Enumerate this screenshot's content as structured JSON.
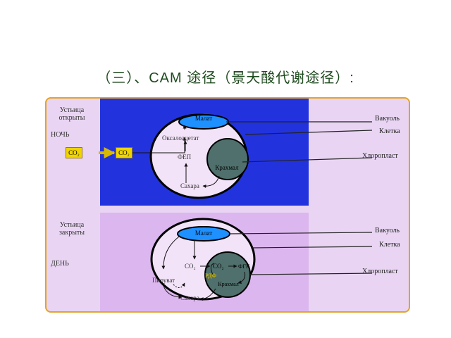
{
  "title": "（三）、CAM 途径（景天酸代谢途径）:",
  "night": {
    "stomata_label": "Устьица открыты",
    "time_label": "НОЧЬ",
    "co2_outside": "CO₂",
    "co2_inside": "CO₂",
    "malate": "Малат",
    "oxaloacetate": "Оксалоацетат",
    "fep": "ФЕП",
    "starch": "Крахмал",
    "sugars": "Сахара",
    "vacuole": "Вакуоль",
    "cell": "Клетка",
    "chloroplast": "Хлоропласт"
  },
  "day": {
    "stomata_label": "Устьица закрыты",
    "time_label": "ДЕНЬ",
    "malate": "Малат",
    "co2_left": "CO₂",
    "co2_right": "CO₂",
    "fgk": "ФГК",
    "rdf": "РДФ",
    "starch": "Крахмал",
    "pyruvate": "Пируват",
    "sugars": "Сахара",
    "vacuole": "Вакуоль",
    "cell": "Клетка",
    "chloroplast": "Хлоропласт"
  },
  "colors": {
    "night_bg": "#2233dd",
    "day_bg": "#dcb6ee",
    "panel_bg": "#e9d5f3",
    "panel_border": "#e4a428",
    "malate_fill": "#1e90ff",
    "chloroplast_fill": "#4f706c",
    "cell_fill": "#f3e3f8",
    "co2_box": "#f0d400"
  }
}
